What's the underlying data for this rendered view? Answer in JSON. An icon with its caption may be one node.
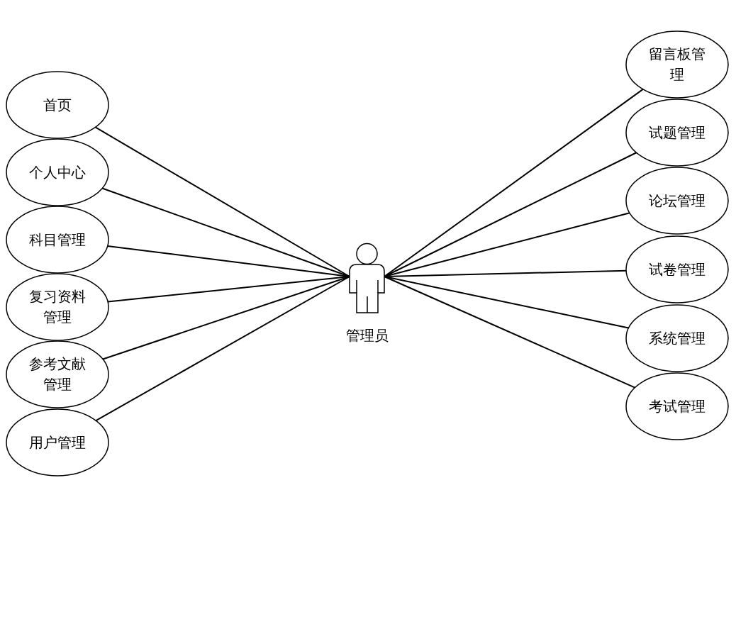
{
  "diagram": {
    "nodes": [
      {
        "text": [
          "首页"
        ]
      },
      {
        "text": [
          "个人中心"
        ]
      },
      {
        "text": [
          "科目管理"
        ]
      },
      {
        "text": [
          "复习资料管理"
        ]
      },
      {
        "text": [
          "参考文献管理"
        ]
      },
      {
        "text": [
          "用户管理"
        ]
      },
      {
        "text": [
          "管理员"
        ]
      },
      {
        "text": [
          "留言板管理"
        ]
      },
      {
        "text": [
          "试题管理"
        ]
      },
      {
        "text": [
          "论坛管理"
        ]
      },
      {
        "text": [
          "试卷管理"
        ]
      },
      {
        "text": [
          "系统管理"
        ]
      },
      {
        "text": [
          "考试管理"
        ]
      }
    ],
    "edges": [
      {
        "from": 6,
        "to": 0,
        "arrow": "none"
      },
      {
        "from": 6,
        "to": 1,
        "arrow": "none"
      },
      {
        "from": 6,
        "to": 2,
        "arrow": "none"
      },
      {
        "from": 6,
        "to": 3,
        "arrow": "none"
      },
      {
        "from": 6,
        "to": 4,
        "arrow": "none"
      },
      {
        "from": 6,
        "to": 5,
        "arrow": "none"
      },
      {
        "from": 6,
        "to": 7,
        "arrow": "none"
      },
      {
        "from": 6,
        "to": 8,
        "arrow": "none"
      },
      {
        "from": 6,
        "to": 9,
        "arrow": "none"
      },
      {
        "from": 6,
        "to": 10,
        "arrow": "none"
      },
      {
        "from": 6,
        "to": 11,
        "arrow": "none"
      },
      {
        "from": 6,
        "to": 12,
        "arrow": "none"
      }
    ]
  }
}
